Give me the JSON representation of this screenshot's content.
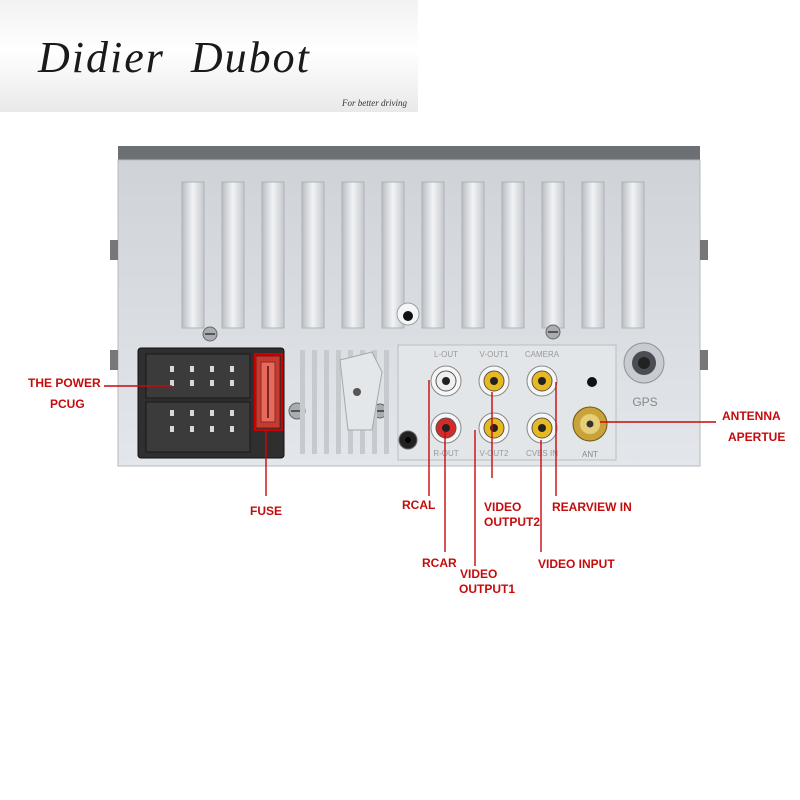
{
  "brand": {
    "name": "Didier  Dubot",
    "tagline": "For better driving"
  },
  "panel": {
    "port_labels": [
      "L-OUT",
      "V-OUT1",
      "CAMERA",
      "R-OUT",
      "V-OUT2",
      "CVBS IN"
    ],
    "gps": "GPS",
    "ant": "ANT"
  },
  "callouts": {
    "power": "THE POWER",
    "pcug": "PCUG",
    "fuse": "FUSE",
    "rcal": "RCAL",
    "rcar": "RCAR",
    "video_output1_l1": "VIDEO",
    "video_output1_l2": "OUTPUT1",
    "video_output2_l1": "VIDEO",
    "video_output2_l2": "OUTPUT2",
    "rearview_in": "REARVIEW IN",
    "video_input": "VIDEO INPUT",
    "antenna": "ANTENNA",
    "apertue": "APERTUE"
  },
  "colors": {
    "callout": "#c40c0c",
    "rca_red": "#d42a2a",
    "rca_yellow": "#e8b820",
    "panel": "#d9dde2"
  }
}
